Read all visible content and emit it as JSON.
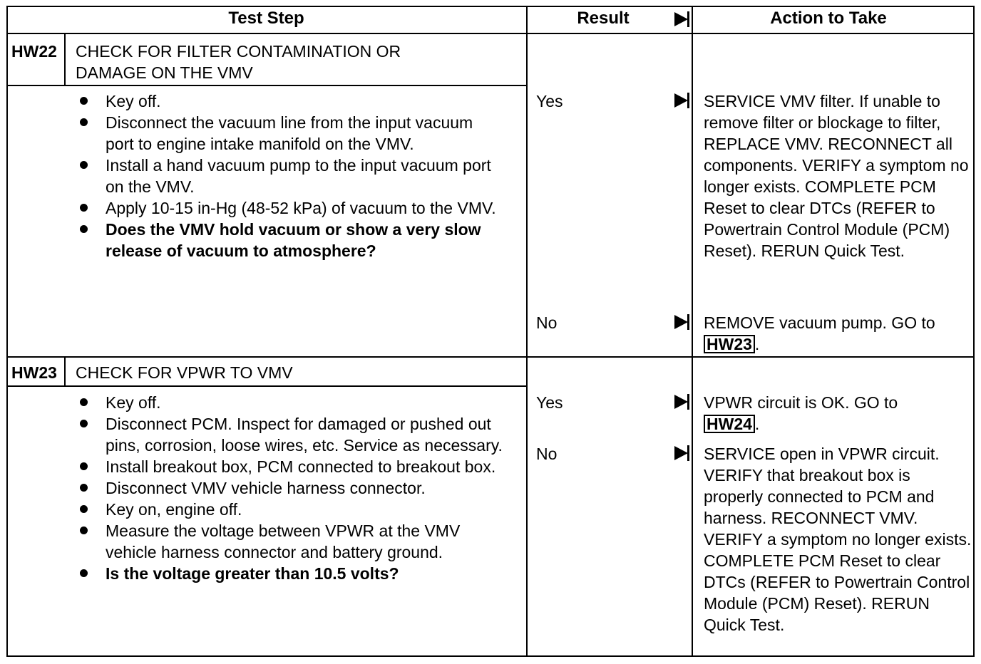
{
  "header": {
    "test_step": "Test Step",
    "result": "Result",
    "action": "Action to Take"
  },
  "steps": [
    {
      "id": "HW22",
      "title_line1": "CHECK FOR FILTER CONTAMINATION OR",
      "title_line2": "DAMAGE ON THE VMV",
      "bullets": [
        "Key off.",
        "Disconnect the vacuum line from the input vacuum port to engine intake manifold on the VMV.",
        "Install a hand vacuum pump to the input vacuum port on the VMV.",
        "Apply 10-15 in-Hg (48-52 kPa) of vacuum to the VMV.",
        "Does the VMV hold vacuum or show a very slow release of vacuum to atmosphere?"
      ],
      "results": [
        {
          "label": "Yes",
          "action": "SERVICE VMV filter. If unable to remove filter or blockage to filter, REPLACE VMV. RECONNECT all components. VERIFY a symptom no longer exists. COMPLETE PCM Reset to clear DTCs (REFER to Powertrain Control Module (PCM) Reset). RERUN Quick Test."
        },
        {
          "label": "No",
          "action": "REMOVE vacuum pump. GO to",
          "ref": "HW23",
          "suffix": "."
        }
      ]
    },
    {
      "id": "HW23",
      "title_line1": "CHECK FOR VPWR TO VMV",
      "bullets": [
        "Key off.",
        "Disconnect PCM. Inspect for damaged or pushed out pins, corrosion, loose wires, etc. Service as necessary.",
        "Install breakout box, PCM connected to breakout box.",
        "Disconnect VMV vehicle harness connector.",
        "Key on, engine off.",
        "Measure the voltage between VPWR at the VMV vehicle harness connector and battery ground.",
        "Is the voltage greater than 10.5 volts?"
      ],
      "results": [
        {
          "label": "Yes",
          "action": "VPWR circuit is OK. GO to",
          "ref": "HW24",
          "suffix": "."
        },
        {
          "label": "No",
          "action": "SERVICE open in VPWR circuit. VERIFY that breakout box is properly connected to PCM and harness. RECONNECT VMV. VERIFY a symptom no longer exists. COMPLETE PCM Reset to clear DTCs (REFER to Powertrain Control Module (PCM) Reset). RERUN Quick Test."
        }
      ]
    }
  ]
}
